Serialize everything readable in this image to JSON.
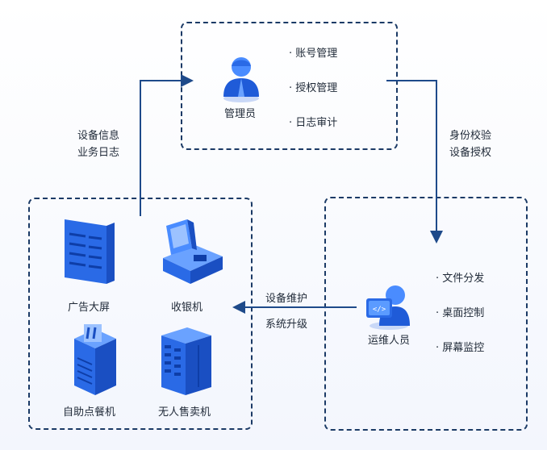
{
  "admin": {
    "role": "管理员",
    "tasks": [
      "· 账号管理",
      "· 授权管理",
      "· 日志审计"
    ]
  },
  "ops": {
    "role": "运维人员",
    "tasks": [
      "· 文件分发",
      "· 桌面控制",
      "· 屏幕监控"
    ]
  },
  "devices": {
    "items": [
      "广告大屏",
      "收银机",
      "自助点餐机",
      "无人售卖机"
    ]
  },
  "flows": {
    "devices_to_admin": [
      "设备信息",
      "业务日志"
    ],
    "admin_to_ops": [
      "身份校验",
      "设备授权"
    ],
    "ops_to_devices": [
      "设备维护",
      "系统升级"
    ]
  },
  "colors": {
    "border": "#1b3a66",
    "arrow": "#1e4a8a",
    "icon_light": "#4a8cff",
    "icon_dark": "#1f5bd8"
  }
}
